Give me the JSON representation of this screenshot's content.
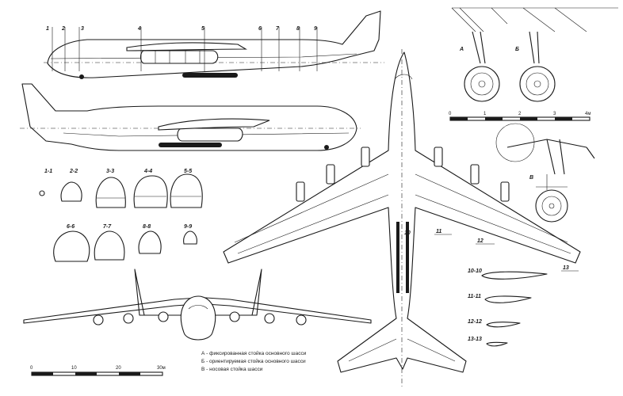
{
  "side_view_stations": [
    "1",
    "2",
    "3",
    "4",
    "5",
    "6",
    "7",
    "8",
    "9"
  ],
  "plan_view_markers": {
    "s10": "10",
    "s11": "11",
    "s12": "12",
    "s13": "13"
  },
  "cross_sections_row1": [
    "1-1",
    "2-2",
    "3-3",
    "4-4",
    "5-5"
  ],
  "cross_sections_row2": [
    "6-6",
    "7-7",
    "8-8",
    "9-9"
  ],
  "wing_sections": [
    "10-10",
    "11-11",
    "12-12",
    "13-13"
  ],
  "gear_callouts": {
    "a": "А",
    "b": "Б",
    "v": "В"
  },
  "legend": [
    "А - фиксированная стойка основного шасси",
    "Б - ориентируемая стойка основного шасси",
    "В - носовая стойка шасси"
  ],
  "main_scale": {
    "ticks": [
      "0",
      "10",
      "20",
      "30м"
    ]
  },
  "gear_scale": {
    "ticks": [
      "0",
      "1",
      "2",
      "3",
      "4м"
    ]
  }
}
